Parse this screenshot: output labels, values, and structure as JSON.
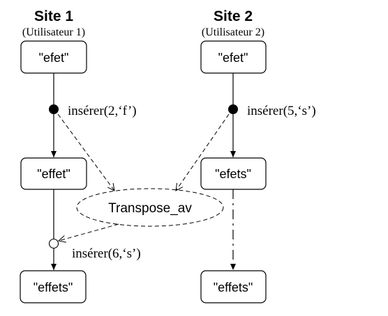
{
  "site1": {
    "title": "Site 1",
    "subtitle": "(Utilisateur 1)",
    "states": [
      "\"efet\"",
      "\"effet\"",
      "\"effets\""
    ],
    "ops": [
      "insérer(2,‘f’)",
      "insérer(6,‘s’)"
    ]
  },
  "site2": {
    "title": "Site 2",
    "subtitle": "(Utilisateur 2)",
    "states": [
      "\"efet\"",
      "\"efets\"",
      "\"effets\""
    ],
    "ops": [
      "insérer(5,‘s’)"
    ]
  },
  "transform": {
    "label": "Transpose_av"
  }
}
